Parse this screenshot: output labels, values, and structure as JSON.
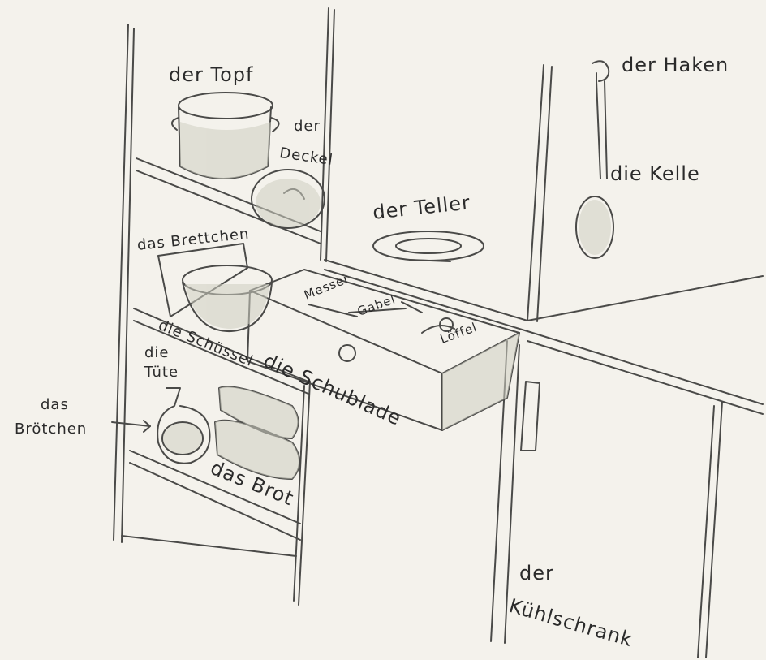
{
  "labels": {
    "topf": "der Topf",
    "deckel_1": "der",
    "deckel_2": "Deckel",
    "teller": "der Teller",
    "haken": "der Haken",
    "kelle": "die Kelle",
    "brettchen": "das Brettchen",
    "messer": "Messer",
    "gabel": "Gabel",
    "loeffel": "Löffel",
    "schuessel": "die Schüssel",
    "schublade": "die Schublade",
    "tuete_1": "die",
    "tuete_2": "Tüte",
    "broetchen_1": "das",
    "broetchen_2": "Brötchen",
    "brot": "das Brot",
    "kuehlschrank_1": "der",
    "kuehlschrank_2": "Kühlschrank"
  },
  "colors": {
    "paper": "#f4f2ec",
    "pencil": "#4a4a48",
    "shade": "#cfcfc2"
  }
}
